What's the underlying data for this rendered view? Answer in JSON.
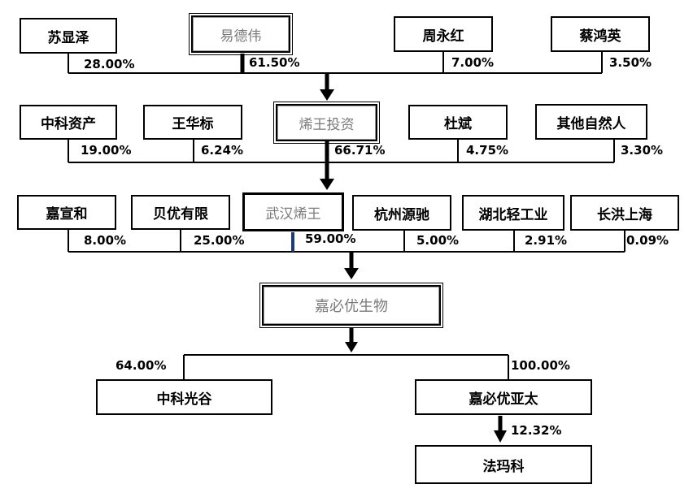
{
  "row1": {
    "nodes": [
      "苏显泽",
      "易德伟",
      "周永红",
      "蔡鸿英"
    ],
    "pcts": [
      "28.00%",
      "61.50%",
      "7.00%",
      "3.50%"
    ]
  },
  "row2": {
    "nodes": [
      "中科资产",
      "王华标",
      "烯王投资",
      "杜斌",
      "其他自然人"
    ],
    "pcts": [
      "19.00%",
      "6.24%",
      "66.71%",
      "4.75%",
      "3.30%"
    ]
  },
  "row3": {
    "nodes": [
      "嘉宣和",
      "贝优有限",
      "武汉烯王",
      "杭州源驰",
      "湖北轻工业",
      "长洪上海"
    ],
    "pcts": [
      "8.00%",
      "25.00%",
      "59.00%",
      "5.00%",
      "2.91%",
      "0.09%"
    ]
  },
  "center": {
    "name": "嘉必优生物"
  },
  "bottom": {
    "left": {
      "name": "中科光谷",
      "pct": "64.00%"
    },
    "right": {
      "name": "嘉必优亚太",
      "pct": "100.00%"
    },
    "sub": {
      "name": "法玛科",
      "pct": "12.32%"
    }
  }
}
